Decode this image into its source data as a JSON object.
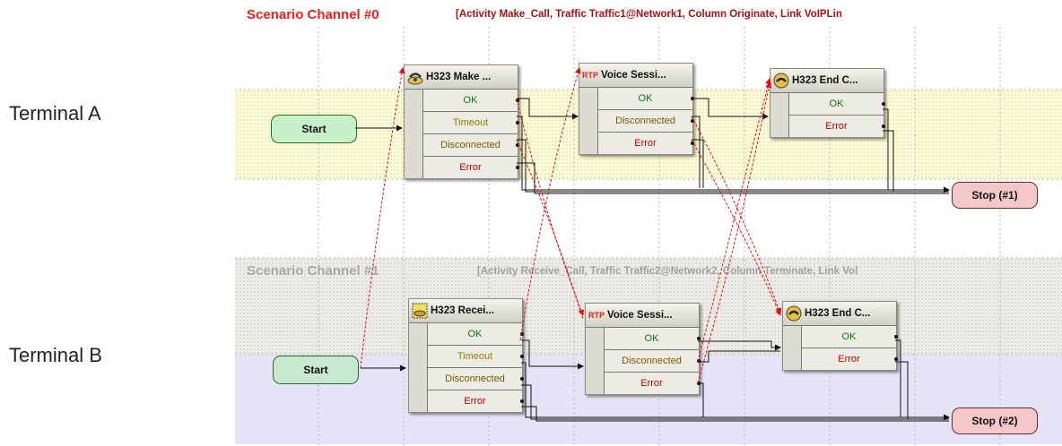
{
  "channels": [
    {
      "title": "Scenario Channel #0",
      "title_color": "#ff1a1a",
      "info": "[Activity Make_Call, Traffic Traffic1@Network1, Column Originate, Link VoIPLin",
      "info_color": "#b01010"
    },
    {
      "title": "Scenario Channel #1",
      "title_color": "#a8a8a8",
      "info": "[Activity Receive_Call, Traffic Traffic2@Network2, Column Terminate, Link Vol",
      "info_color": "#a0a0a0"
    }
  ],
  "terminals": [
    "Terminal A",
    "Terminal B"
  ],
  "start_label": "Start",
  "stops": [
    "Stop (#1)",
    "Stop (#2)"
  ],
  "blocks_a": [
    {
      "title": "H323 Make ...",
      "icon": "phone-dial-icon",
      "rows": [
        "OK",
        "Timeout",
        "Disconnected",
        "Error"
      ]
    },
    {
      "title": "Voice Sessi...",
      "icon": "rtp-icon",
      "icon_text": "RTP",
      "rows": [
        "OK",
        "Disconnected",
        "Error"
      ]
    },
    {
      "title": "H323 End C...",
      "icon": "phone-hangup-icon",
      "rows": [
        "OK",
        "Error"
      ]
    }
  ],
  "blocks_b": [
    {
      "title": "H323 Recei...",
      "icon": "phone-receive-icon",
      "rows": [
        "OK",
        "Timeout",
        "Disconnected",
        "Error"
      ]
    },
    {
      "title": "Voice Sessi...",
      "icon": "rtp-icon",
      "icon_text": "RTP",
      "rows": [
        "OK",
        "Disconnected",
        "Error"
      ]
    },
    {
      "title": "H323 End C...",
      "icon": "phone-hangup-icon",
      "rows": [
        "OK",
        "Error"
      ]
    }
  ],
  "colors": {
    "ok": "#0a7a0a",
    "timeout": "#9a7a00",
    "disconnected": "#7a5a00",
    "error": "#c00000",
    "sync_arrow": "#e01010",
    "start_fill": "#c8f0c8",
    "stop_fill": "#f4c8c8"
  }
}
